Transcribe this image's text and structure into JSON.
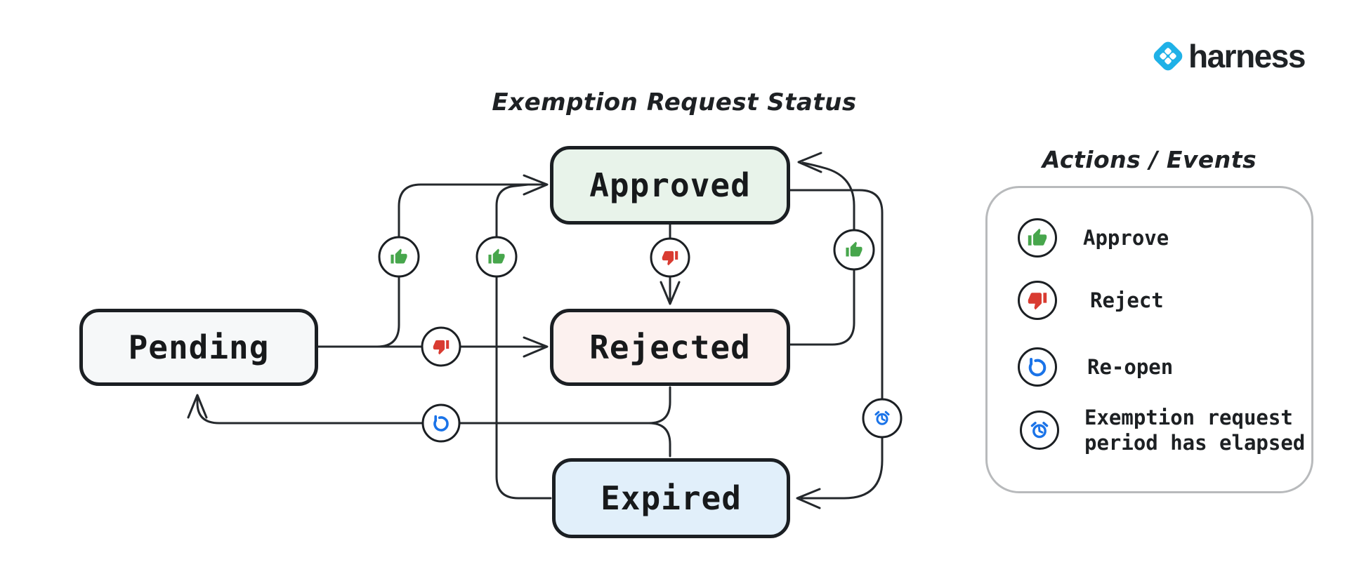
{
  "title": "Exemption Request Status",
  "brand": {
    "name": "harness",
    "logo_color": "#1fb1e7"
  },
  "legend": {
    "title": "Actions / Events",
    "items": [
      {
        "icon": "thumbs-up-icon",
        "color": "#47a64c",
        "label": "Approve"
      },
      {
        "icon": "thumbs-down-icon",
        "color": "#d93b31",
        "label": "Reject"
      },
      {
        "icon": "reopen-icon",
        "color": "#1a73e8",
        "label": "Re-open"
      },
      {
        "icon": "alarm-clock-icon",
        "color": "#1a73e8",
        "label": "Exemption request period has elapsed"
      }
    ]
  },
  "states": [
    {
      "id": "pending",
      "label": "Pending",
      "fill": "#f6f8f9"
    },
    {
      "id": "approved",
      "label": "Approved",
      "fill": "#e8f3ea"
    },
    {
      "id": "rejected",
      "label": "Rejected",
      "fill": "#fcf1ef"
    },
    {
      "id": "expired",
      "label": "Expired",
      "fill": "#e1effa"
    }
  ],
  "transitions": [
    {
      "from": "Pending",
      "to": "Approved",
      "action": "Approve"
    },
    {
      "from": "Pending",
      "to": "Rejected",
      "action": "Reject"
    },
    {
      "from": "Approved",
      "to": "Rejected",
      "action": "Reject"
    },
    {
      "from": "Rejected",
      "to": "Approved",
      "action": "Approve"
    },
    {
      "from": "Expired",
      "to": "Approved",
      "action": "Approve"
    },
    {
      "from": "Approved",
      "to": "Expired",
      "action": "Exemption request period has elapsed"
    },
    {
      "from": "Rejected",
      "to": "Pending",
      "action": "Re-open"
    },
    {
      "from": "Expired",
      "to": "Pending",
      "action": "Re-open"
    }
  ],
  "colors": {
    "approve_green": "#47a64c",
    "reject_red": "#d93b31",
    "action_blue": "#1a73e8",
    "brand_blue": "#1fb1e7",
    "node_border": "#1b1f23",
    "edge": "#24282c"
  }
}
